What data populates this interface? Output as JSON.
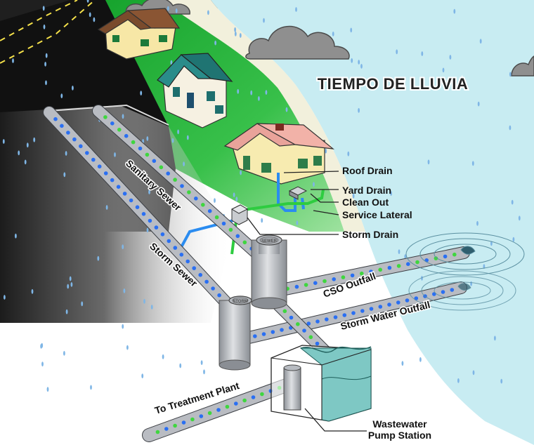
{
  "title": "TIEMPO DE LLUVIA",
  "labels": {
    "roof_drain": "Roof Drain",
    "yard_drain": "Yard Drain",
    "clean_out": "Clean Out",
    "service_lateral": "Service Lateral",
    "storm_drain": "Storm Drain",
    "cso_outfall": "CSO Outfall",
    "storm_water_outfall": "Storm Water Outfall",
    "sanitary_sewer": "Sanitary Sewer",
    "storm_sewer": "Storm Sewer",
    "to_treatment_plant": "To Treatment Plant",
    "wastewater": "Wastewater",
    "pump_station": "Pump Station"
  },
  "manhole_labels": {
    "sewer": "SEWER",
    "storm": "STORM"
  },
  "colors": {
    "sky": "#1f1f1f",
    "grass": "#1aa832",
    "water": "#c8ecf2",
    "sand": "#f2f0dc",
    "pipe": "#b9bcc2",
    "storm_flow": "#2a6ff2",
    "sanitary_flow": "#3fd63f",
    "storm_line": "#2b8cf0",
    "sanitary_line": "#2ecc40"
  }
}
